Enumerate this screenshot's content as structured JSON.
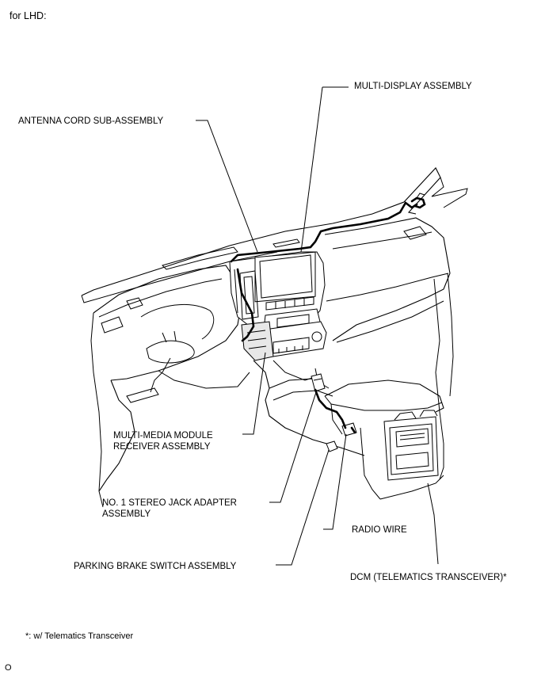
{
  "header": {
    "scope": "for LHD:"
  },
  "callouts": {
    "multi_display": "MULTI-DISPLAY ASSEMBLY",
    "antenna_cord": "ANTENNA CORD SUB-ASSEMBLY",
    "multi_media_module": "MULTI-MEDIA MODULE RECEIVER ASSEMBLY",
    "stereo_jack": "NO. 1 STEREO JACK ADAPTER ASSEMBLY",
    "radio_wire": "RADIO WIRE",
    "parking_brake": "PARKING BRAKE SWITCH ASSEMBLY",
    "dcm": "DCM (TELEMATICS TRANSCEIVER)*"
  },
  "footnote": "*: w/ Telematics Transceiver",
  "figure_code": "O"
}
